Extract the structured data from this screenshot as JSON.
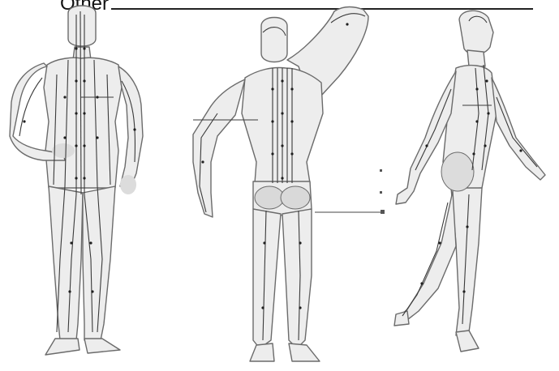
{
  "header": {
    "label": "Other"
  },
  "figures": [
    {
      "view": "front"
    },
    {
      "view": "back"
    },
    {
      "view": "side"
    }
  ],
  "colors": {
    "outline": "#6b6b6b",
    "body_fill": "#ededed",
    "meridian": "#3a3a3a",
    "point": "#1e1e1e"
  }
}
